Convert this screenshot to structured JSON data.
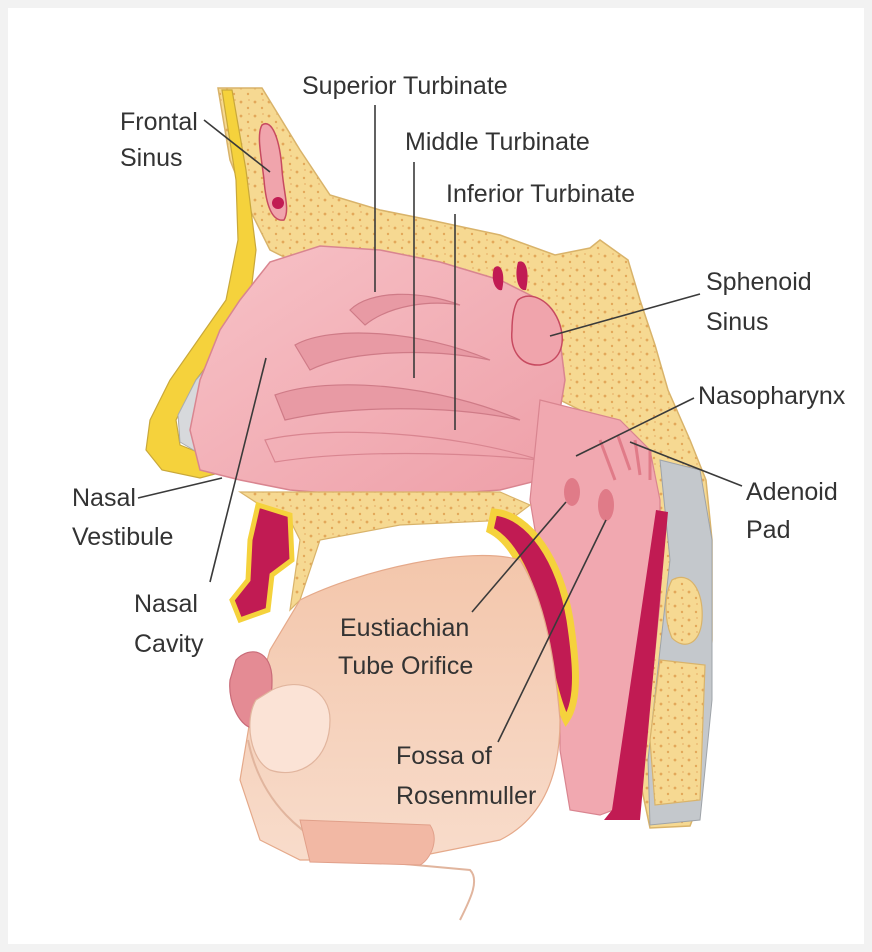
{
  "colors": {
    "bone": "#f6d992",
    "bone_dot": "#e3a85a",
    "mucosa": "#f3b3ba",
    "mucosa_dark": "#e69aa3",
    "tissue": "#f5cdb4",
    "crimson": "#c11b53",
    "yellow_band": "#f5d23c",
    "gray_tissue": "#c4c8cc"
  },
  "labels": {
    "frontal_sinus_1": "Frontal",
    "frontal_sinus_2": "Sinus",
    "superior_turbinate": "Superior Turbinate",
    "middle_turbinate": "Middle Turbinate",
    "inferior_turbinate": "Inferior Turbinate",
    "sphenoid_sinus_1": "Sphenoid",
    "sphenoid_sinus_2": "Sinus",
    "nasopharynx": "Nasopharynx",
    "adenoid_pad_1": "Adenoid",
    "adenoid_pad_2": "Pad",
    "nasal_vestibule_1": "Nasal",
    "nasal_vestibule_2": "Vestibule",
    "nasal_cavity_1": "Nasal",
    "nasal_cavity_2": "Cavity",
    "eustachian_1": "Eustiachian",
    "eustachian_2": "Tube Orifice",
    "fossa_1": "Fossa of",
    "fossa_2": "Rosenmuller"
  }
}
